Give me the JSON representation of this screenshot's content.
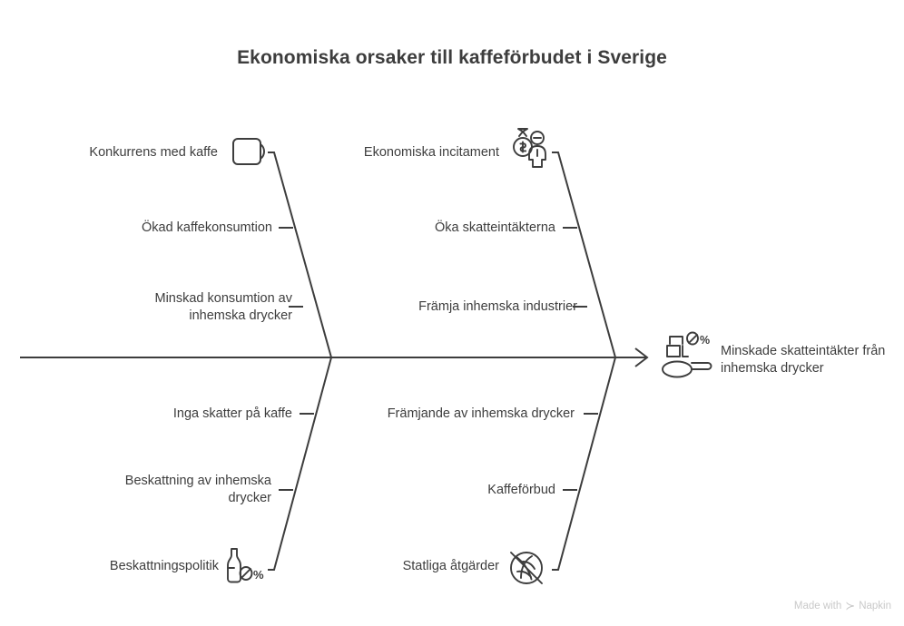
{
  "page": {
    "title": "Ekonomiska orsaker till kaffeförbudet i Sverige",
    "background_color": "#ffffff",
    "line_color": "#3d3d3d",
    "text_color": "#3d3d3d"
  },
  "diagram": {
    "type": "fishbone",
    "effect": {
      "label": "Minskade skatteintäkter från\ninhemska drycker",
      "icon": "sugar-cubes-zero-percent-spoon-icon"
    },
    "branches": [
      {
        "position": "upper-left",
        "head_icon": "coffee-cup-icon",
        "causes": [
          {
            "label": "Konkurrens med kaffe"
          },
          {
            "label": "Ökad kaffekonsumtion"
          },
          {
            "label": "Minskad konsumtion av\ninhemska drycker"
          }
        ]
      },
      {
        "position": "upper-right",
        "head_icon": "money-bag-person-icon",
        "causes": [
          {
            "label": "Ekonomiska incitament"
          },
          {
            "label": "Öka skatteintäkterna"
          },
          {
            "label": "Främja inhemska industrier"
          }
        ]
      },
      {
        "position": "lower-left",
        "head_icon": "bottle-zero-percent-icon",
        "causes": [
          {
            "label": "Inga skatter på kaffe"
          },
          {
            "label": "Beskattning av inhemska\ndrycker"
          },
          {
            "label": "Beskattningspolitik"
          }
        ]
      },
      {
        "position": "lower-right",
        "head_icon": "no-coffee-bean-icon",
        "causes": [
          {
            "label": "Främjande av inhemska drycker"
          },
          {
            "label": "Kaffeförbud"
          },
          {
            "label": "Statliga åtgärder"
          }
        ]
      }
    ]
  },
  "watermark": {
    "prefix": "Made with",
    "brand": "Napkin"
  }
}
